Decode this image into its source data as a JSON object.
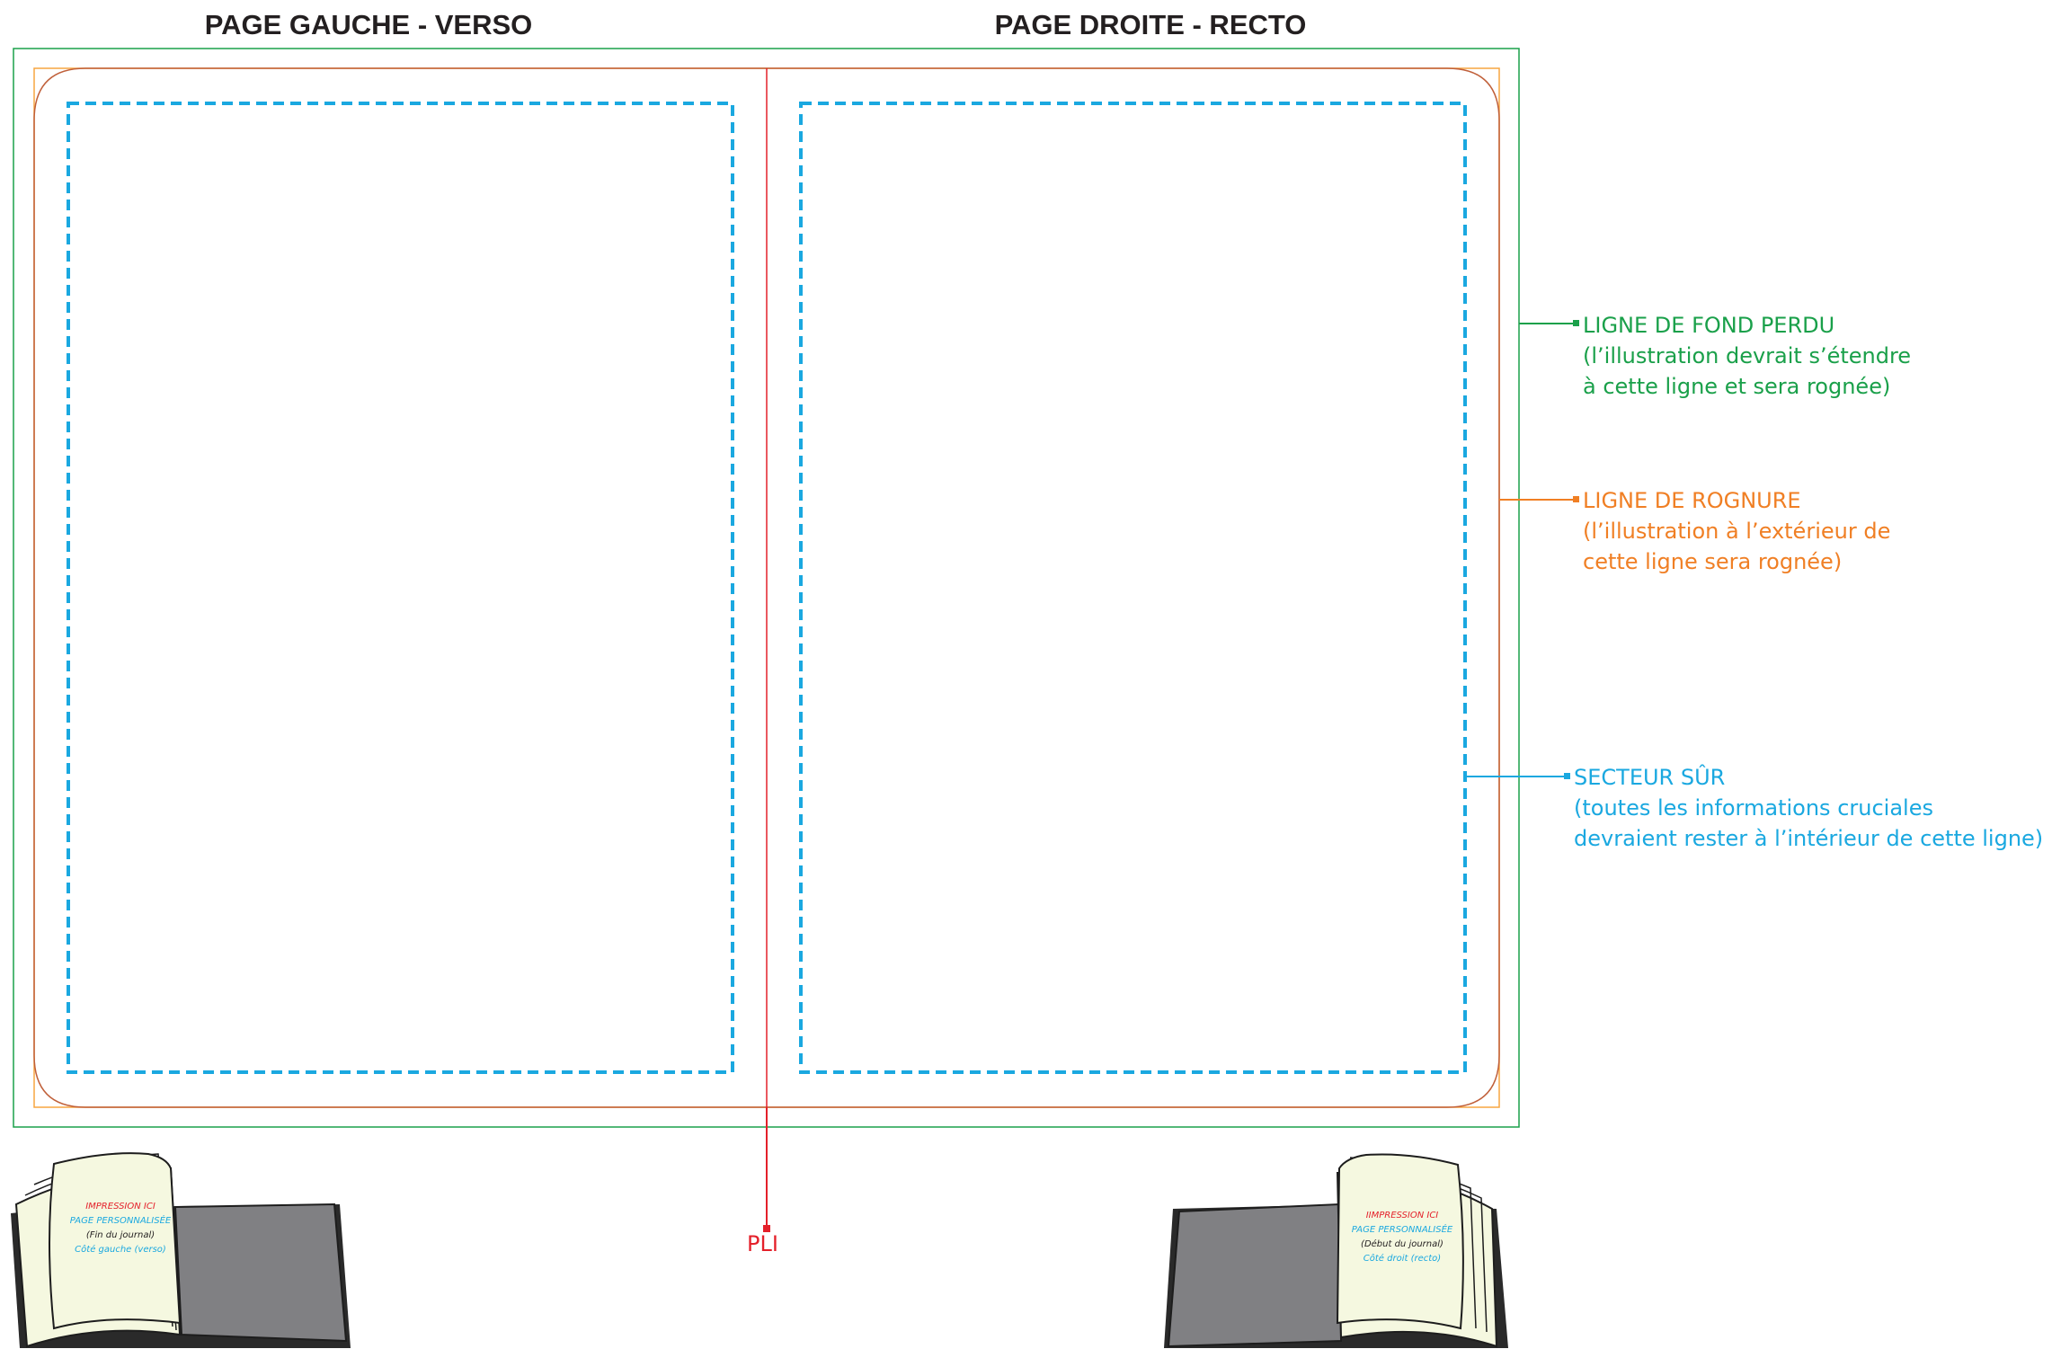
{
  "headings": {
    "left_page": "PAGE GAUCHE - VERSO",
    "right_page": "PAGE DROITE - RECTO"
  },
  "legend": {
    "bleed": {
      "title": "LIGNE DE FOND PERDU",
      "line1": "(l’illustration devrait s’étendre",
      "line2": "à cette ligne et sera rognée)",
      "color": "#1aa04a"
    },
    "trim": {
      "title": "LIGNE DE ROGNURE",
      "line1": "(l’illustration à l’extérieur de",
      "line2": "cette ligne sera rognée)",
      "color": "#f07f24"
    },
    "safe": {
      "title": "SECTEUR SÛR",
      "line1": "(toutes les informations cruciales",
      "line2": "devraient rester à l’intérieur de cette ligne)",
      "color": "#1aa8e0"
    }
  },
  "fold": {
    "label": "PLI",
    "color": "#e4202a"
  },
  "books": {
    "left": {
      "line1": "IMPRESSION ICI",
      "line2": "PAGE PERSONNALISÉE",
      "line3": "(Fin du journal)",
      "line4": "Côté gauche (verso)"
    },
    "right": {
      "line1": "IIMPRESSION ICI",
      "line2": "PAGE PERSONNALISÉE",
      "line3": "(Début du journal)",
      "line4": "Côté droit (recto)"
    }
  }
}
